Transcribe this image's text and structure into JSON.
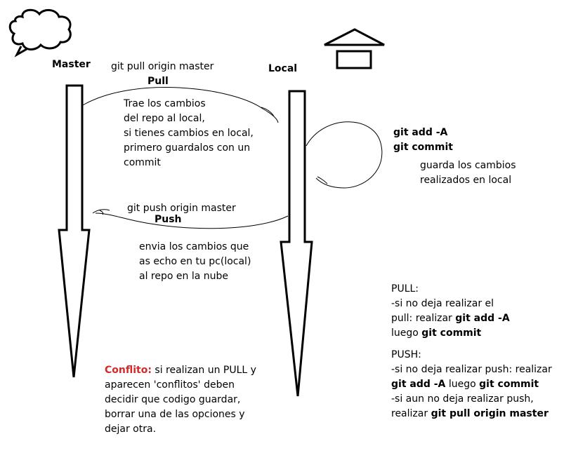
{
  "diagram": {
    "master_label": "Master",
    "local_label": "Local",
    "pull": {
      "command": "git pull origin master",
      "title": "Pull",
      "description": [
        "Trae los cambios",
        "del repo al local,",
        "si tienes cambios en local,",
        "primero guardalos con un",
        "commit"
      ]
    },
    "push": {
      "command": "git push origin master",
      "title": "Push",
      "description": [
        "envia los cambios que",
        "as echo en tu pc(local)",
        "al repo en la nube"
      ]
    },
    "commit": {
      "commands": [
        "git add -A",
        "git commit"
      ],
      "description": [
        "guarda los cambios",
        "realizados en local"
      ]
    },
    "notes": {
      "pull_heading": "PULL:",
      "pull_line1": "-si no deja realizar el",
      "pull_line2_prefix": "pull: realizar ",
      "pull_line2_bold": "git add -A",
      "pull_line3_prefix": "luego ",
      "pull_line3_bold": "git commit",
      "push_heading": "PUSH:",
      "push_line1": "-si no deja realizar push: realizar",
      "push_line2_bold_a": "git add -A",
      "push_line2_mid": " luego ",
      "push_line2_bold_b": "git commit",
      "push_line3": "-si aun no deja realizar push,",
      "push_line4_prefix": "realizar ",
      "push_line4_bold": "git pull origin master"
    },
    "conflict": {
      "label": "Conflito:",
      "text_first": " si realizan un PULL y",
      "lines": [
        "aparecen 'conflitos' deben",
        "decidir que codigo guardar,",
        "borrar una de las opciones y",
        "dejar otra."
      ]
    }
  }
}
